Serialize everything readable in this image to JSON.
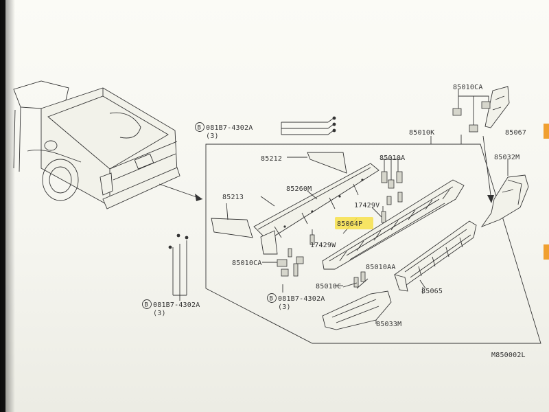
{
  "labels": {
    "p85010ca_top": "85010CA",
    "p85067": "85067",
    "p85010k": "85010K",
    "p85032m": "85032M",
    "p85212": "85212",
    "p85010a": "85010A",
    "p85213": "85213",
    "p85260m": "85260M",
    "p17429v": "17429V",
    "p85064p": "85064P",
    "p17429w": "17429W",
    "p85010ca_low": "85010CA",
    "p85010aa": "85010AA",
    "p85010c": "85010C",
    "p85065": "85065",
    "p85033m": "85033M",
    "bolt_top": "081B7-4302A",
    "bolt_top_qty": "(3)",
    "bolt_left": "081B7-4302A",
    "bolt_left_qty": "(3)",
    "bolt_mid": "081B7-4302A",
    "bolt_mid_qty": "(3)",
    "bolt_symbol": "B",
    "diagram_code": "M850002L"
  },
  "colors": {
    "highlight": "#f7e04a",
    "ink": "#333333",
    "tab": "#f0a030"
  }
}
